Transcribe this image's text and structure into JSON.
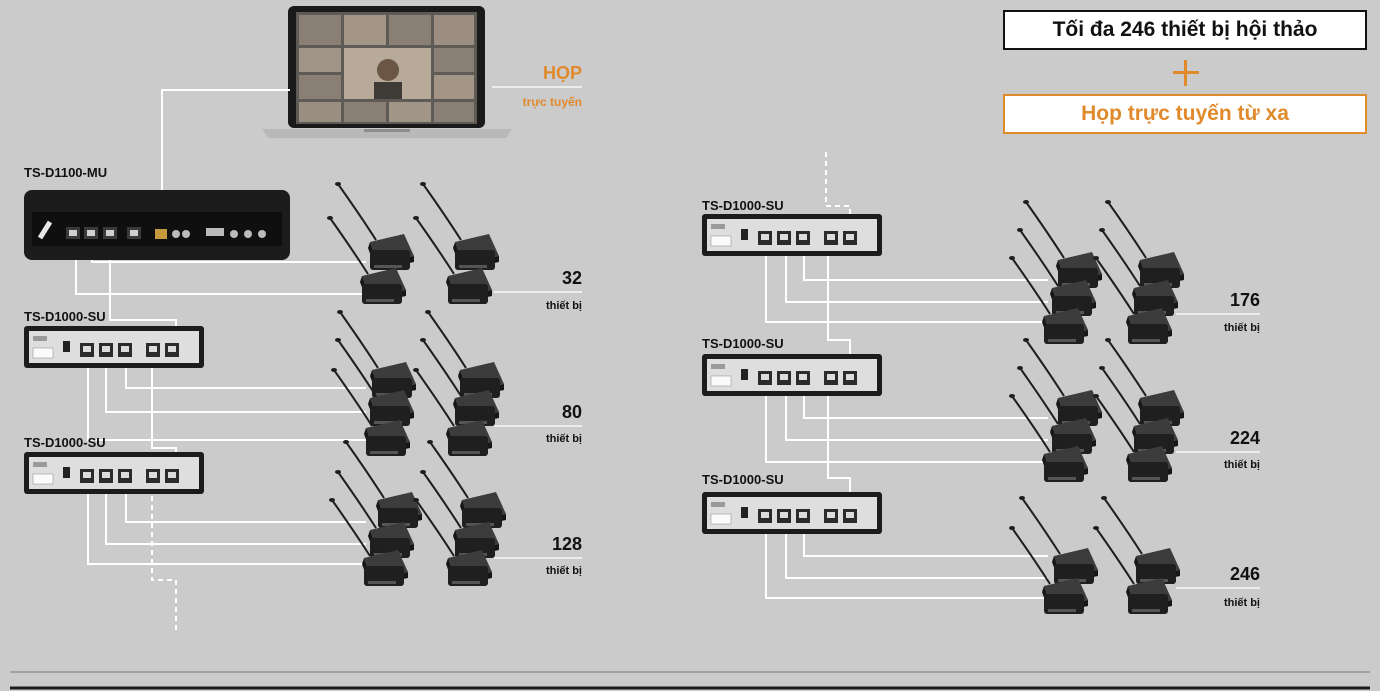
{
  "header": {
    "max_devices_text": "Tối đa 246 thiết bị hội thảo",
    "remote_meeting_text": "Họp trực tuyến từ xa"
  },
  "laptop": {
    "title": "HỌP",
    "subtitle": "trực tuyến"
  },
  "left_chain": {
    "main_unit": "TS-D1100-MU",
    "sub_units": [
      "TS-D1000-SU",
      "TS-D1000-SU"
    ],
    "counts": [
      {
        "value": "32",
        "unit": "thiết bị"
      },
      {
        "value": "80",
        "unit": "thiết bị"
      },
      {
        "value": "128",
        "unit": "thiết bị"
      }
    ]
  },
  "right_chain": {
    "sub_units": [
      "TS-D1000-SU",
      "TS-D1000-SU",
      "TS-D1000-SU"
    ],
    "counts": [
      {
        "value": "176",
        "unit": "thiết bị"
      },
      {
        "value": "224",
        "unit": "thiết bị"
      },
      {
        "value": "246",
        "unit": "thiết bị"
      }
    ]
  },
  "colors": {
    "accent": "#e08a2c",
    "background": "#cbcbcb",
    "cable": "#ffffff"
  }
}
